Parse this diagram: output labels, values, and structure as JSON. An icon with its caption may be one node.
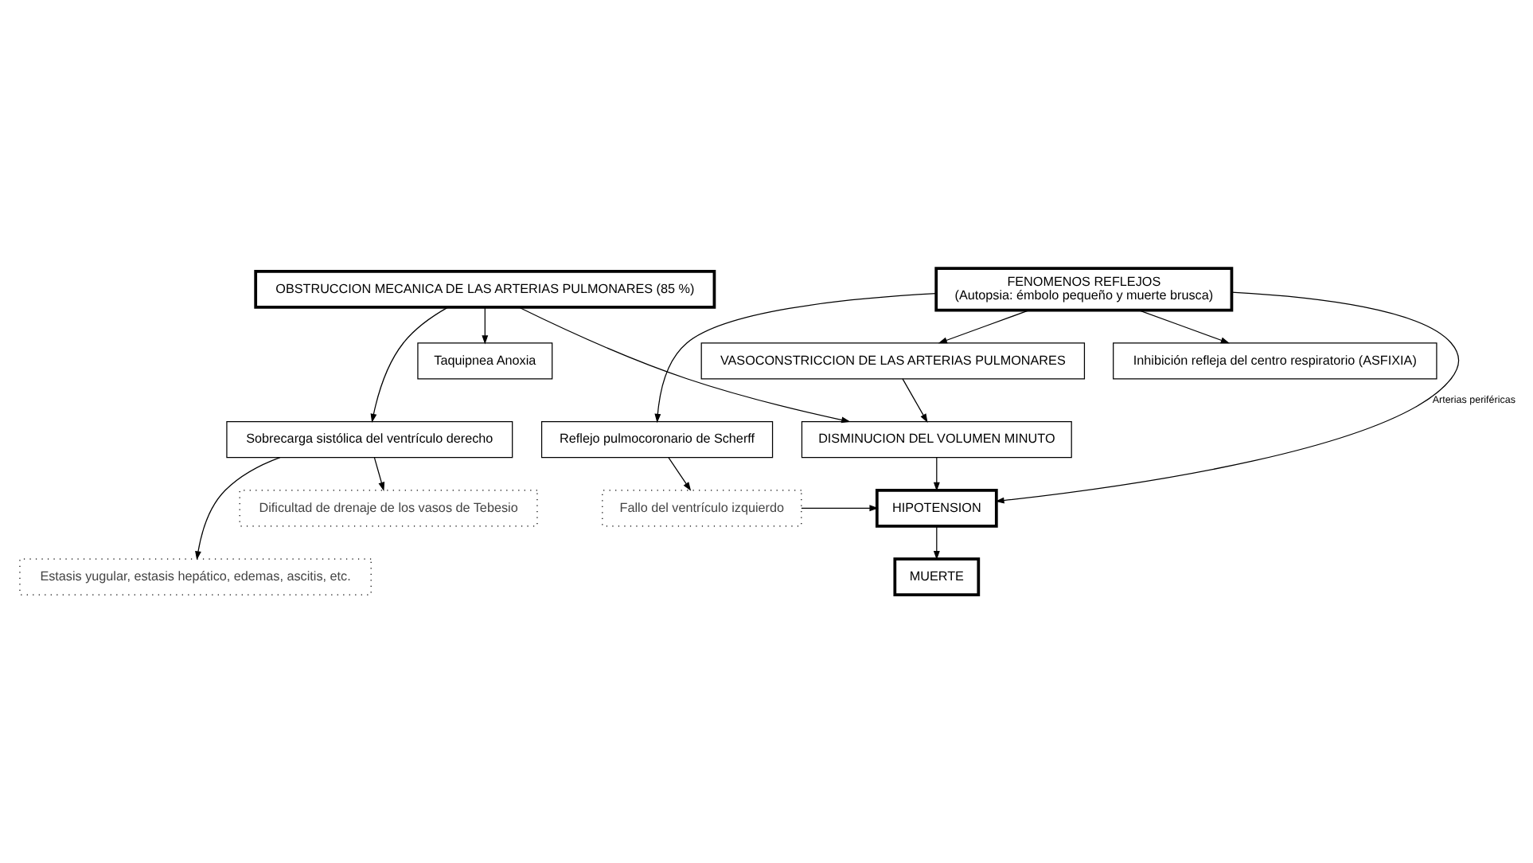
{
  "diagram": {
    "nodes": [
      {
        "text": [
          "OBSTRUCCION MECANICA DE LAS ARTERIAS PULMONARES (85 %)"
        ]
      },
      {
        "text": [
          "FENOMENOS REFLEJOS",
          "(Autopsia: émbolo pequeño y muerte brusca)"
        ]
      },
      {
        "text": [
          "Taquipnea Anoxia"
        ]
      },
      {
        "text": [
          "VASOCONSTRICCION DE LAS ARTERIAS PULMONARES"
        ]
      },
      {
        "text": [
          "Inhibición refleja del centro respiratorio (ASFIXIA)"
        ]
      },
      {
        "text": [
          "Sobrecarga sistólica del ventrículo derecho"
        ]
      },
      {
        "text": [
          "DISMINUCION DEL VOLUMEN MINUTO"
        ]
      },
      {
        "text": [
          "Reflejo pulmocoronario de Scherff"
        ]
      },
      {
        "text": [
          "Dificultad de drenaje de los vasos de Tebesio"
        ]
      },
      {
        "text": [
          "HIPOTENSION"
        ]
      },
      {
        "text": [
          "Fallo del ventrículo izquierdo"
        ]
      },
      {
        "text": [
          "Estasis yugular, estasis hepático, edemas, ascitis, etc."
        ]
      },
      {
        "text": [
          "MUERTE"
        ]
      }
    ],
    "edges": [
      {
        "from": 0,
        "to": 2,
        "arrow": "to"
      },
      {
        "from": 0,
        "to": 5,
        "arrow": "to"
      },
      {
        "from": 0,
        "to": 6,
        "arrow": "to"
      },
      {
        "from": 1,
        "to": 3,
        "arrow": "to"
      },
      {
        "from": 1,
        "to": 4,
        "arrow": "to"
      },
      {
        "from": 1,
        "to": 9,
        "arrow": "to",
        "label": "Arterias periféricas"
      },
      {
        "from": 1,
        "to": 7,
        "arrow": "to"
      },
      {
        "from": 3,
        "to": 6,
        "arrow": "to"
      },
      {
        "from": 6,
        "to": 9,
        "arrow": "to"
      },
      {
        "from": 9,
        "to": 12,
        "arrow": "to"
      },
      {
        "from": 5,
        "to": 8,
        "arrow": "to"
      },
      {
        "from": 5,
        "to": 11,
        "arrow": "to"
      },
      {
        "from": 7,
        "to": 10,
        "arrow": "to"
      },
      {
        "from": 10,
        "to": 9,
        "arrow": "to"
      }
    ]
  }
}
